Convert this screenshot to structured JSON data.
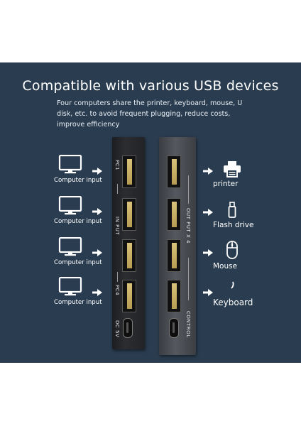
{
  "headline": "Compatible with various USB devices",
  "description": "Four computers share the printer, keyboard, mouse, U disk, etc. to avoid frequent plugging, reduce costs, improve efficiency",
  "inputs": [
    {
      "label": "Computer input"
    },
    {
      "label": "Computer input"
    },
    {
      "label": "Computer input"
    },
    {
      "label": "Computer input"
    }
  ],
  "devices": [
    {
      "label": "printer",
      "icon": "printer-icon"
    },
    {
      "label": "Flash drive",
      "icon": "flash-drive-icon"
    },
    {
      "label": "Mouse",
      "icon": "mouse-icon"
    },
    {
      "label": "Keyboard",
      "icon": "keyboard-icon"
    }
  ],
  "hub": {
    "left_labels": {
      "pc1": "PC1",
      "input": "IN PUT",
      "pc4": "PC4",
      "dc": "DC 5V"
    },
    "right_labels": {
      "output": "OUT PUT X 4",
      "control": "CONTROL"
    }
  },
  "colors": {
    "panel": "#2a3d50",
    "text": "#ffffff"
  }
}
